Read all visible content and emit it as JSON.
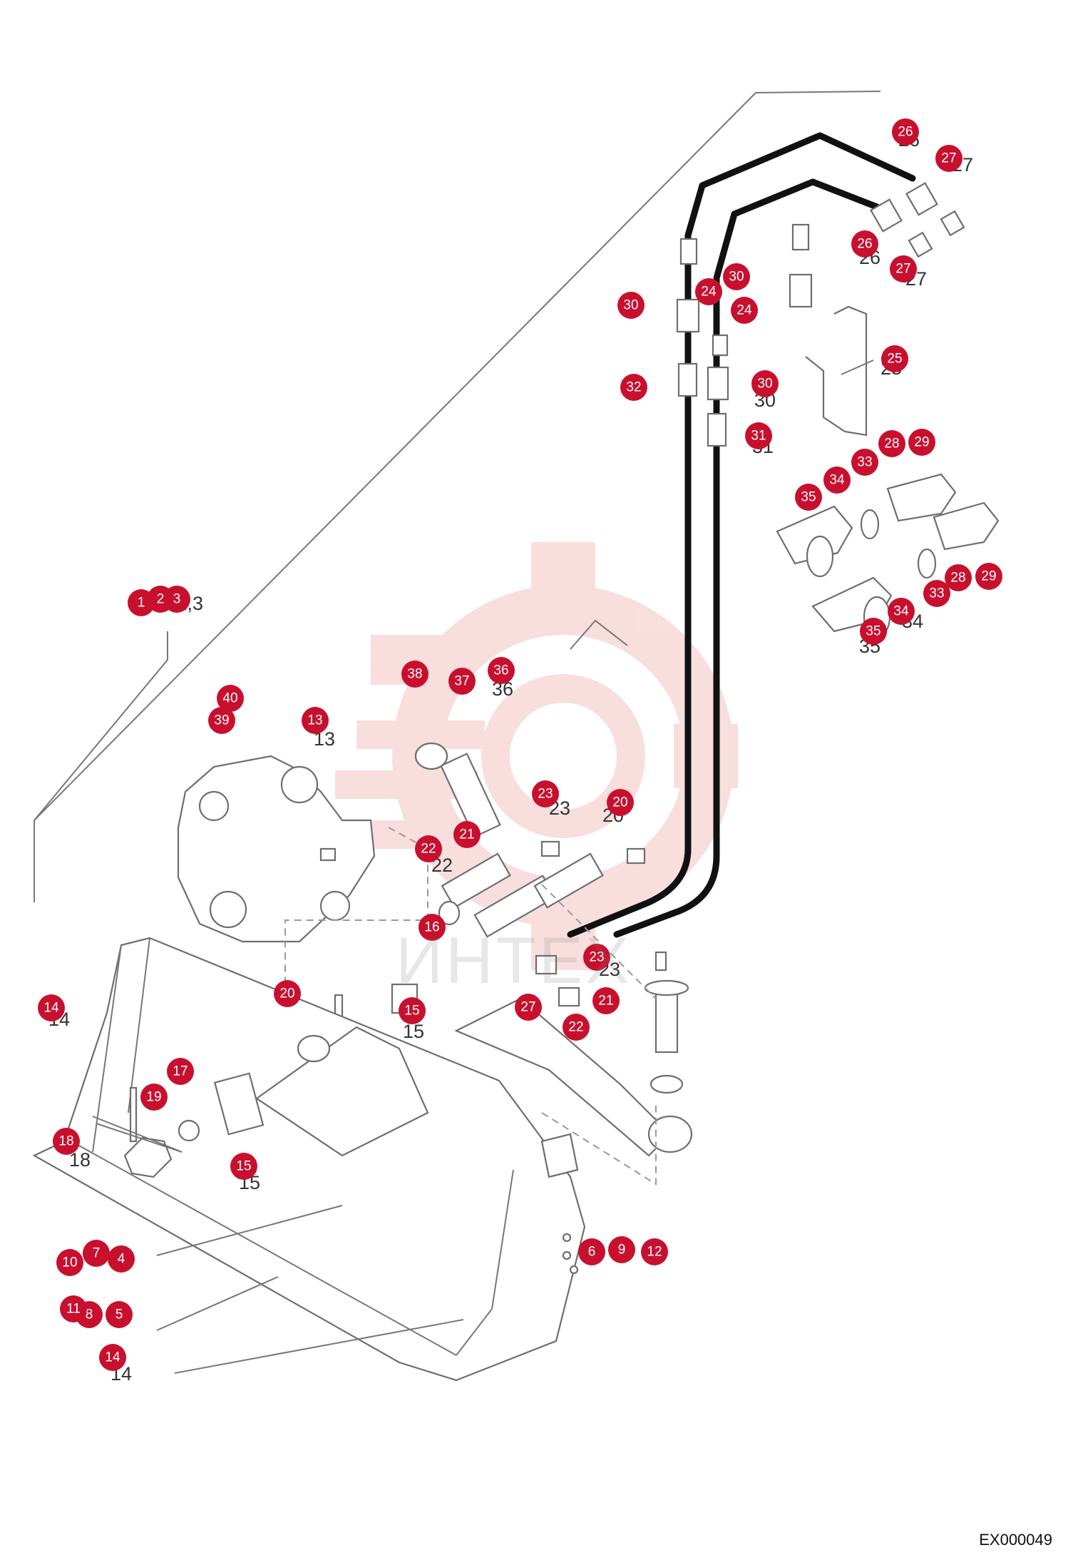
{
  "drawing_code": "EX000049",
  "watermark": "ИНТЕХ",
  "part_numbers": [
    "1",
    "2",
    "3",
    "4",
    "5",
    "6",
    "7",
    "8",
    "9",
    "10",
    "11",
    "12",
    "13",
    "14",
    "15",
    "16",
    "17",
    "18",
    "19",
    "20",
    "21",
    "22",
    "23",
    "24",
    "25",
    "26",
    "27",
    "28",
    "29",
    "30",
    "31",
    "32",
    "33",
    "34",
    "35",
    "36",
    "37",
    "38",
    "39",
    "40"
  ],
  "colors": {
    "marker": "#c8102e",
    "hose": "#111111",
    "line": "#777777",
    "watermark": "#f3b7b7"
  },
  "icons": {
    "watermark_logo": "gear-logo-icon"
  }
}
